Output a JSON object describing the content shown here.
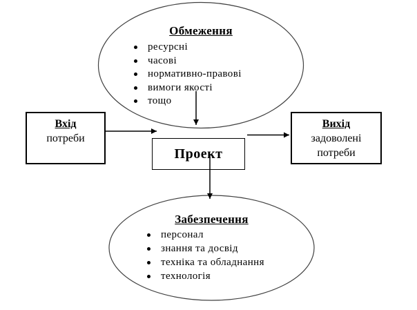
{
  "constraints_ellipse": {
    "title": "Обмеження",
    "items": [
      "ресурсні",
      "часові",
      "нормативно-правові",
      "вимоги якості",
      "тощо"
    ]
  },
  "input_box": {
    "title": "Вхід",
    "subtitle": "потреби"
  },
  "project_box": {
    "title": "Проект"
  },
  "output_box": {
    "title": "Вихід",
    "subtitle": "задоволені потреби"
  },
  "support_ellipse": {
    "title": "Забезпечення",
    "items": [
      "персонал",
      "знання та досвід",
      "техніка та обладнання",
      "технологія"
    ]
  },
  "colors": {
    "line": "#000000",
    "ellipse_stroke": "#404040",
    "background": "#ffffff",
    "text": "#000000"
  }
}
